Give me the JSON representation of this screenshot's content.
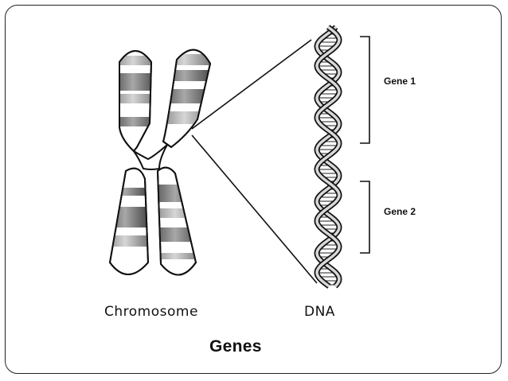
{
  "diagram": {
    "chromosome_label": "Chromosome",
    "dna_label": "DNA",
    "gene1_label": "Gene 1",
    "gene2_label": "Gene 2",
    "title": "Genes"
  },
  "colors": {
    "outline": "#111111",
    "band_dark": "#6e6e6e",
    "band_mid": "#b4b4b4",
    "body_fill": "#ffffff"
  }
}
